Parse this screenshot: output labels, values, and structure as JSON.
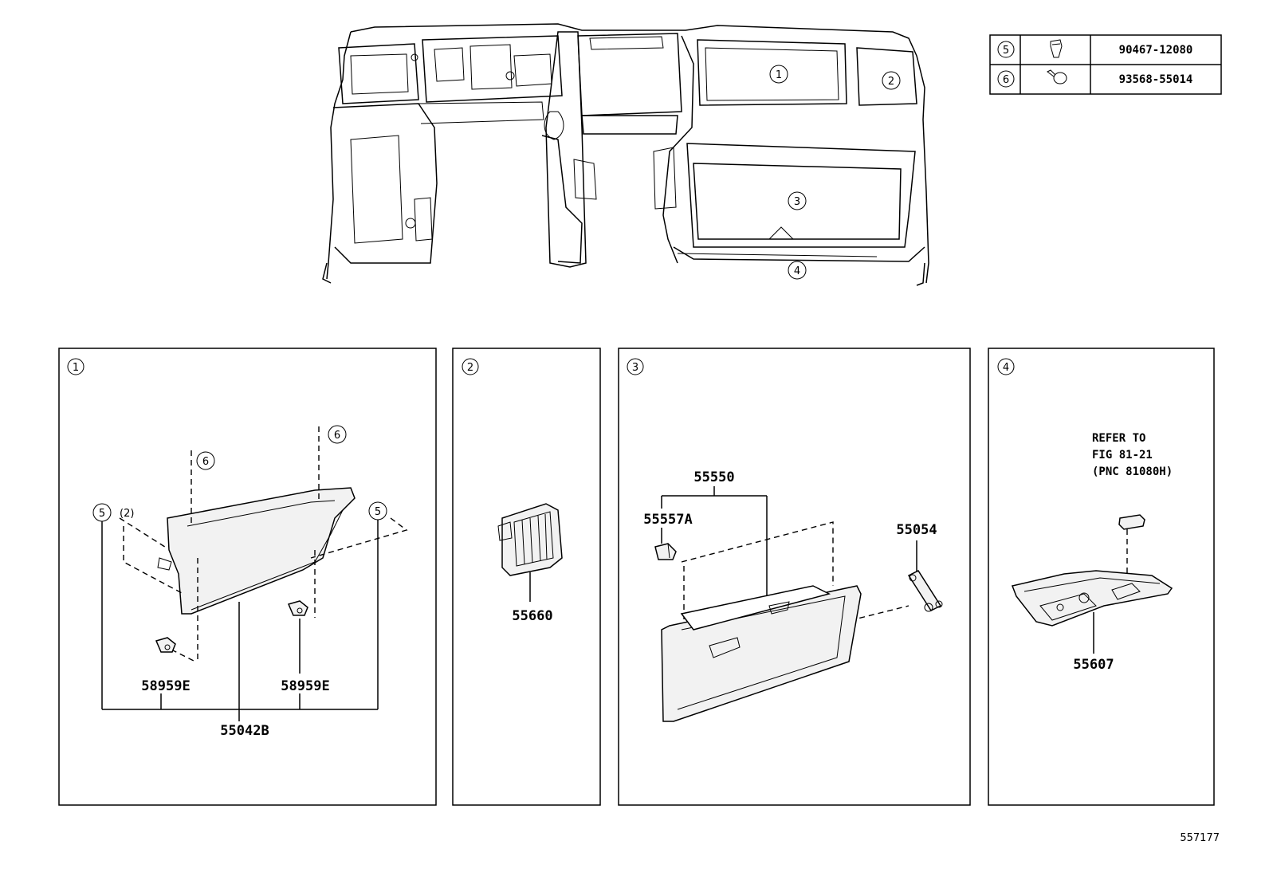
{
  "diagram_id": "557177",
  "legend": [
    {
      "ref": "5",
      "part_number": "90467-12080",
      "icon": "clip-icon"
    },
    {
      "ref": "6",
      "part_number": "93568-55014",
      "icon": "screw-icon"
    }
  ],
  "overview": {
    "callouts": [
      "1",
      "2",
      "3",
      "4"
    ]
  },
  "panels": [
    {
      "ref": "1",
      "callouts": {
        "screw_a": "6",
        "screw_b": "6",
        "clip_left": "5",
        "clip_left_qty": "(2)",
        "clip_right": "5"
      },
      "parts": [
        "58959E",
        "58959E",
        "55042B"
      ]
    },
    {
      "ref": "2",
      "parts": [
        "55660"
      ]
    },
    {
      "ref": "3",
      "parts": [
        "55550",
        "55557A",
        "55054"
      ]
    },
    {
      "ref": "4",
      "note": [
        "REFER TO",
        "FIG 81-21",
        "(PNC 81080H)"
      ],
      "parts": [
        "55607"
      ]
    }
  ]
}
